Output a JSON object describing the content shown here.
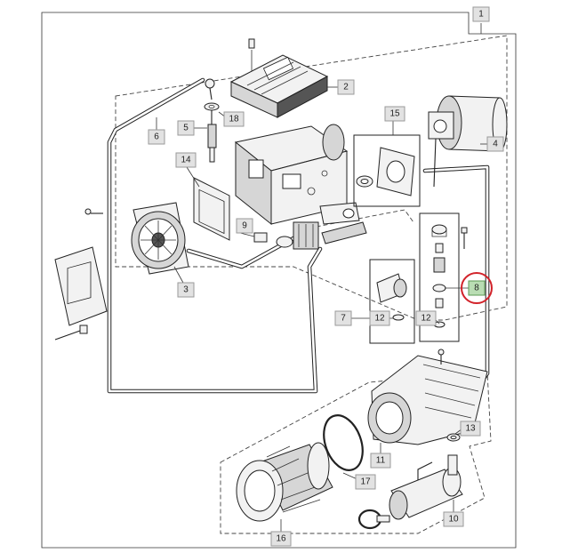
{
  "labels": {
    "p1": "1",
    "p2": "2",
    "p3": "3",
    "p4": "4",
    "p5": "5",
    "p6": "6",
    "p7": "7",
    "p8": "8",
    "p9": "9",
    "p10": "10",
    "p11": "11",
    "p12a": "12",
    "p12b": "12",
    "p13": "13",
    "p14": "14",
    "p15": "15",
    "p16": "16",
    "p17": "17",
    "p18": "18"
  },
  "colors": {
    "label_fill": "#e2e2e2",
    "highlight_fill": "#b9ddb3",
    "highlight_ring": "#d2232a",
    "line": "#222222"
  },
  "highlighted_part": "8"
}
